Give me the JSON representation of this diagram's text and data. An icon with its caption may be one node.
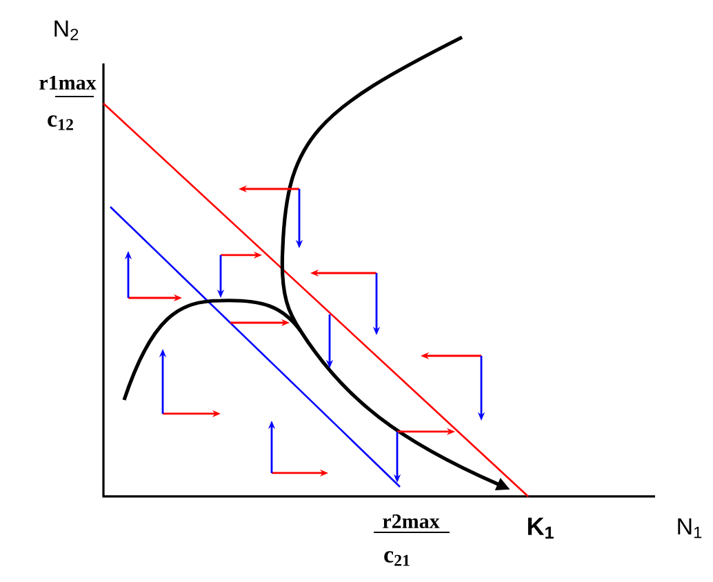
{
  "diagram": {
    "labels": [
      "N$_{2}$",
      "r1max",
      "c$_{12}$",
      "r2max",
      "c$_{21}$",
      "K$_{1}$",
      "N$_{1}$"
    ]
  }
}
